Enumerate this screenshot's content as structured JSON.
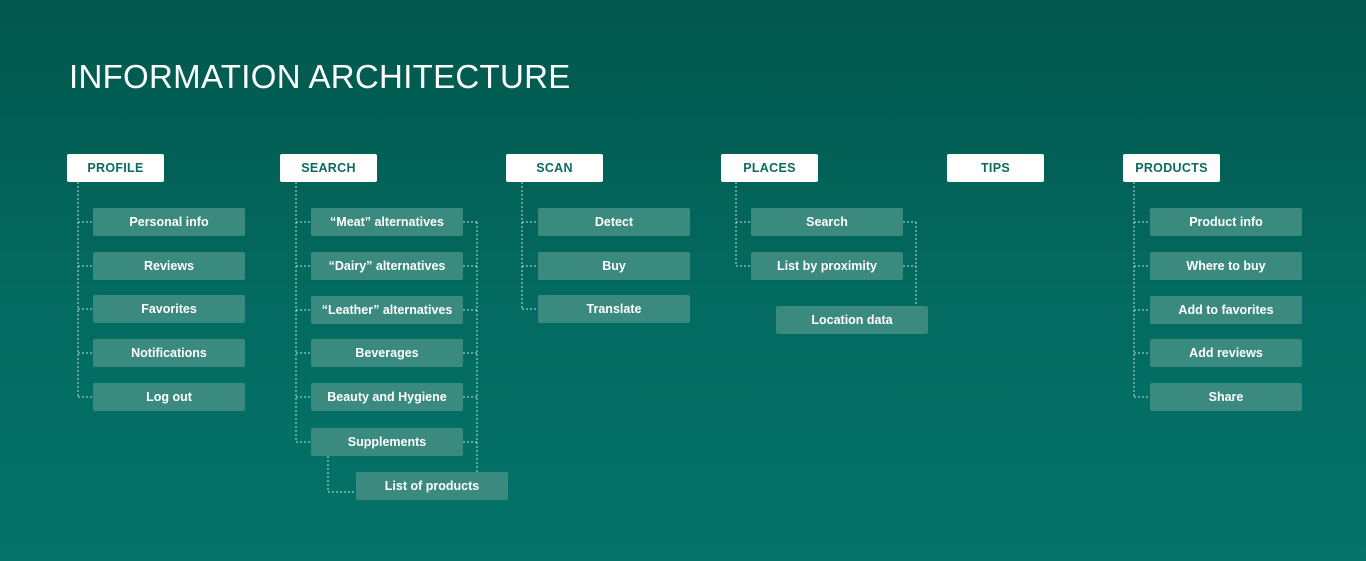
{
  "title": "INFORMATION ARCHITECTURE",
  "colors": {
    "background": "#025a50",
    "header_box": "#ffffff",
    "header_text": "#0c6b5f",
    "item_box": "#3a8a7f",
    "item_text": "#ffffff",
    "connector": "#bfe0da"
  },
  "sections": [
    {
      "label": "PROFILE",
      "items": [
        "Personal info",
        "Reviews",
        "Favorites",
        "Notifications",
        "Log out"
      ]
    },
    {
      "label": "SEARCH",
      "items": [
        "“Meat” alternatives",
        "“Dairy” alternatives",
        "“Leather” alternatives",
        "Beverages",
        "Beauty and Hygiene",
        "Supplements"
      ],
      "shared_child": "List of products"
    },
    {
      "label": "SCAN",
      "items": [
        "Detect",
        "Buy",
        "Translate"
      ]
    },
    {
      "label": "PLACES",
      "items": [
        "Search",
        "List by proximity"
      ],
      "shared_child": "Location data"
    },
    {
      "label": "TIPS",
      "items": []
    },
    {
      "label": "PRODUCTS",
      "items": [
        "Product info",
        "Where to buy",
        "Add to favorites",
        "Add reviews",
        "Share"
      ]
    }
  ]
}
